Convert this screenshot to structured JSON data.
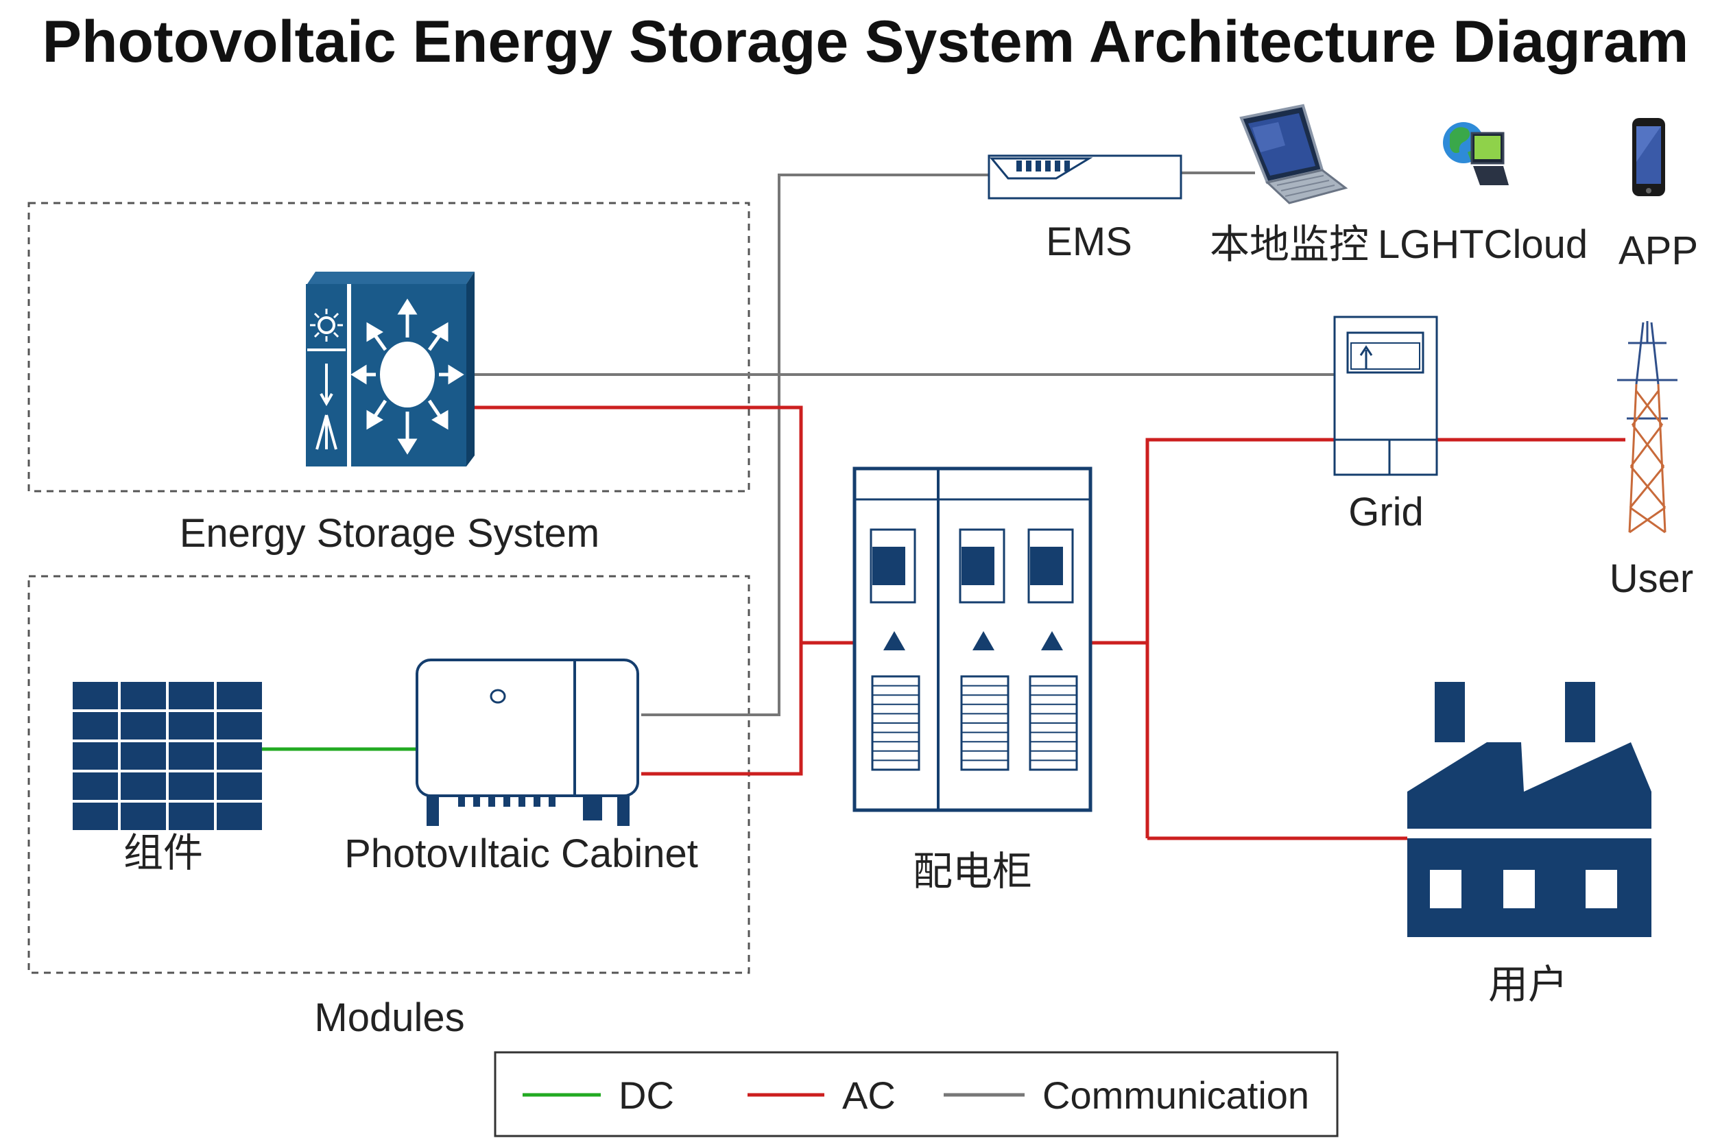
{
  "title": "Photovoltaic Energy Storage System Architecture Diagram",
  "colors": {
    "navy": "#153e6e",
    "ess_blue": "#1a5a8a",
    "dc": "#22aa22",
    "ac": "#cc1f1f",
    "comm": "#777777"
  },
  "groups": {
    "energy_storage": "Energy Storage System",
    "modules": "Modules"
  },
  "nodes": {
    "pv_module": "组件",
    "pv_cabinet": "Photovıltaic Cabinet",
    "distribution": "配电柜",
    "ems": "EMS",
    "local_monitor": "本地监控",
    "cloud": "LGHTCloud",
    "app": "APP",
    "grid": "Grid",
    "user_tower": "User",
    "factory": "用户"
  },
  "icons": {
    "ess": "energy-storage-unit-icon",
    "solar": "solar-panel-icon",
    "inverter": "pv-inverter-icon",
    "ems": "ems-gateway-icon",
    "laptop": "laptop-icon",
    "globe": "globe-computer-icon",
    "phone": "smartphone-icon",
    "meter": "grid-meter-icon",
    "tower": "transmission-tower-icon",
    "factory": "factory-icon"
  },
  "legend": {
    "dc": "DC",
    "ac": "AC",
    "comm": "Communication"
  }
}
